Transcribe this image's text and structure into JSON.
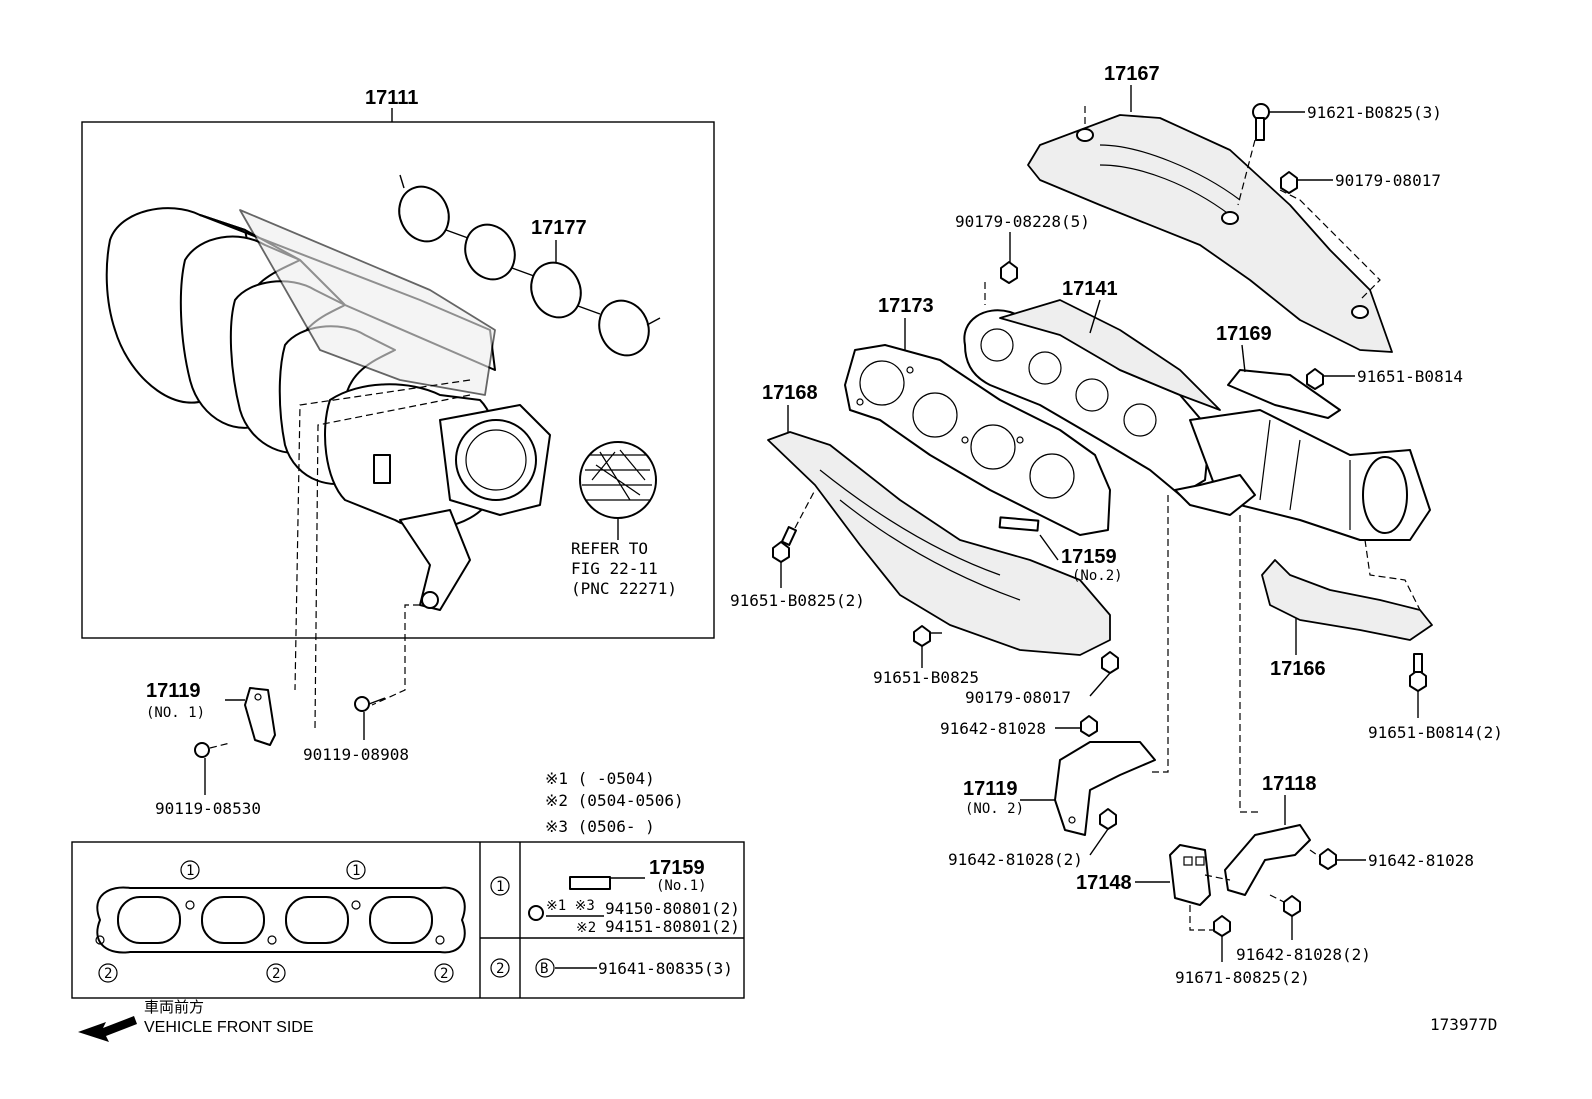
{
  "labels": {
    "p17111": "17111",
    "p17177": "17177",
    "p17167": "17167",
    "p17173": "17173",
    "p17141": "17141",
    "p17169": "17169",
    "p17168": "17168",
    "p17159a": "17159",
    "p17159a_sub": "(No.2)",
    "p17166": "17166",
    "p17119a": "17119",
    "p17119a_sub": "(NO. 1)",
    "p17119b": "17119",
    "p17119b_sub": "(NO. 2)",
    "p17118": "17118",
    "p17148": "17148",
    "p17159b": "17159",
    "p17159b_sub": "(No.1)",
    "b91621": "91621-B0825(3)",
    "b90179a": "90179-08017",
    "b90179b": "90179-08228(5)",
    "b91651a": "91651-B0814",
    "b91651b": "91651-B0825(2)",
    "b91651c": "91651-B0825",
    "b90179c": "90179-08017",
    "b91651d": "91651-B0814(2)",
    "b91642a": "91642-81028",
    "b91642b": "91642-81028(2)",
    "b91642c": "91642-81028",
    "b91642d": "91642-81028(2)",
    "b91671": "91671-80825(2)",
    "b90119a": "90119-08908",
    "b90119b": "90119-08530",
    "refer1": "REFER TO",
    "refer2": "FIG 22-11",
    "refer3": "(PNC 22271)",
    "note1": "※1 (      -0504)",
    "note2": "※2 (0504-0506)",
    "note3": "※3 (0506-      )",
    "tbl_row1_circ": "1",
    "tbl_row2_circ": "2",
    "tbl_nut_mark": "※1 ※3",
    "tbl_nut1": "94150-80801(2)",
    "tbl_nut2_mark": "※2",
    "tbl_nut2": "94151-80801(2)",
    "tbl_b": "B",
    "tbl_bolt": "91641-80835(3)",
    "gasket_c1": "1",
    "gasket_c2": "2",
    "front_jp": "車両前方",
    "front_en": "VEHICLE FRONT SIDE",
    "fig_id": "173977D"
  }
}
